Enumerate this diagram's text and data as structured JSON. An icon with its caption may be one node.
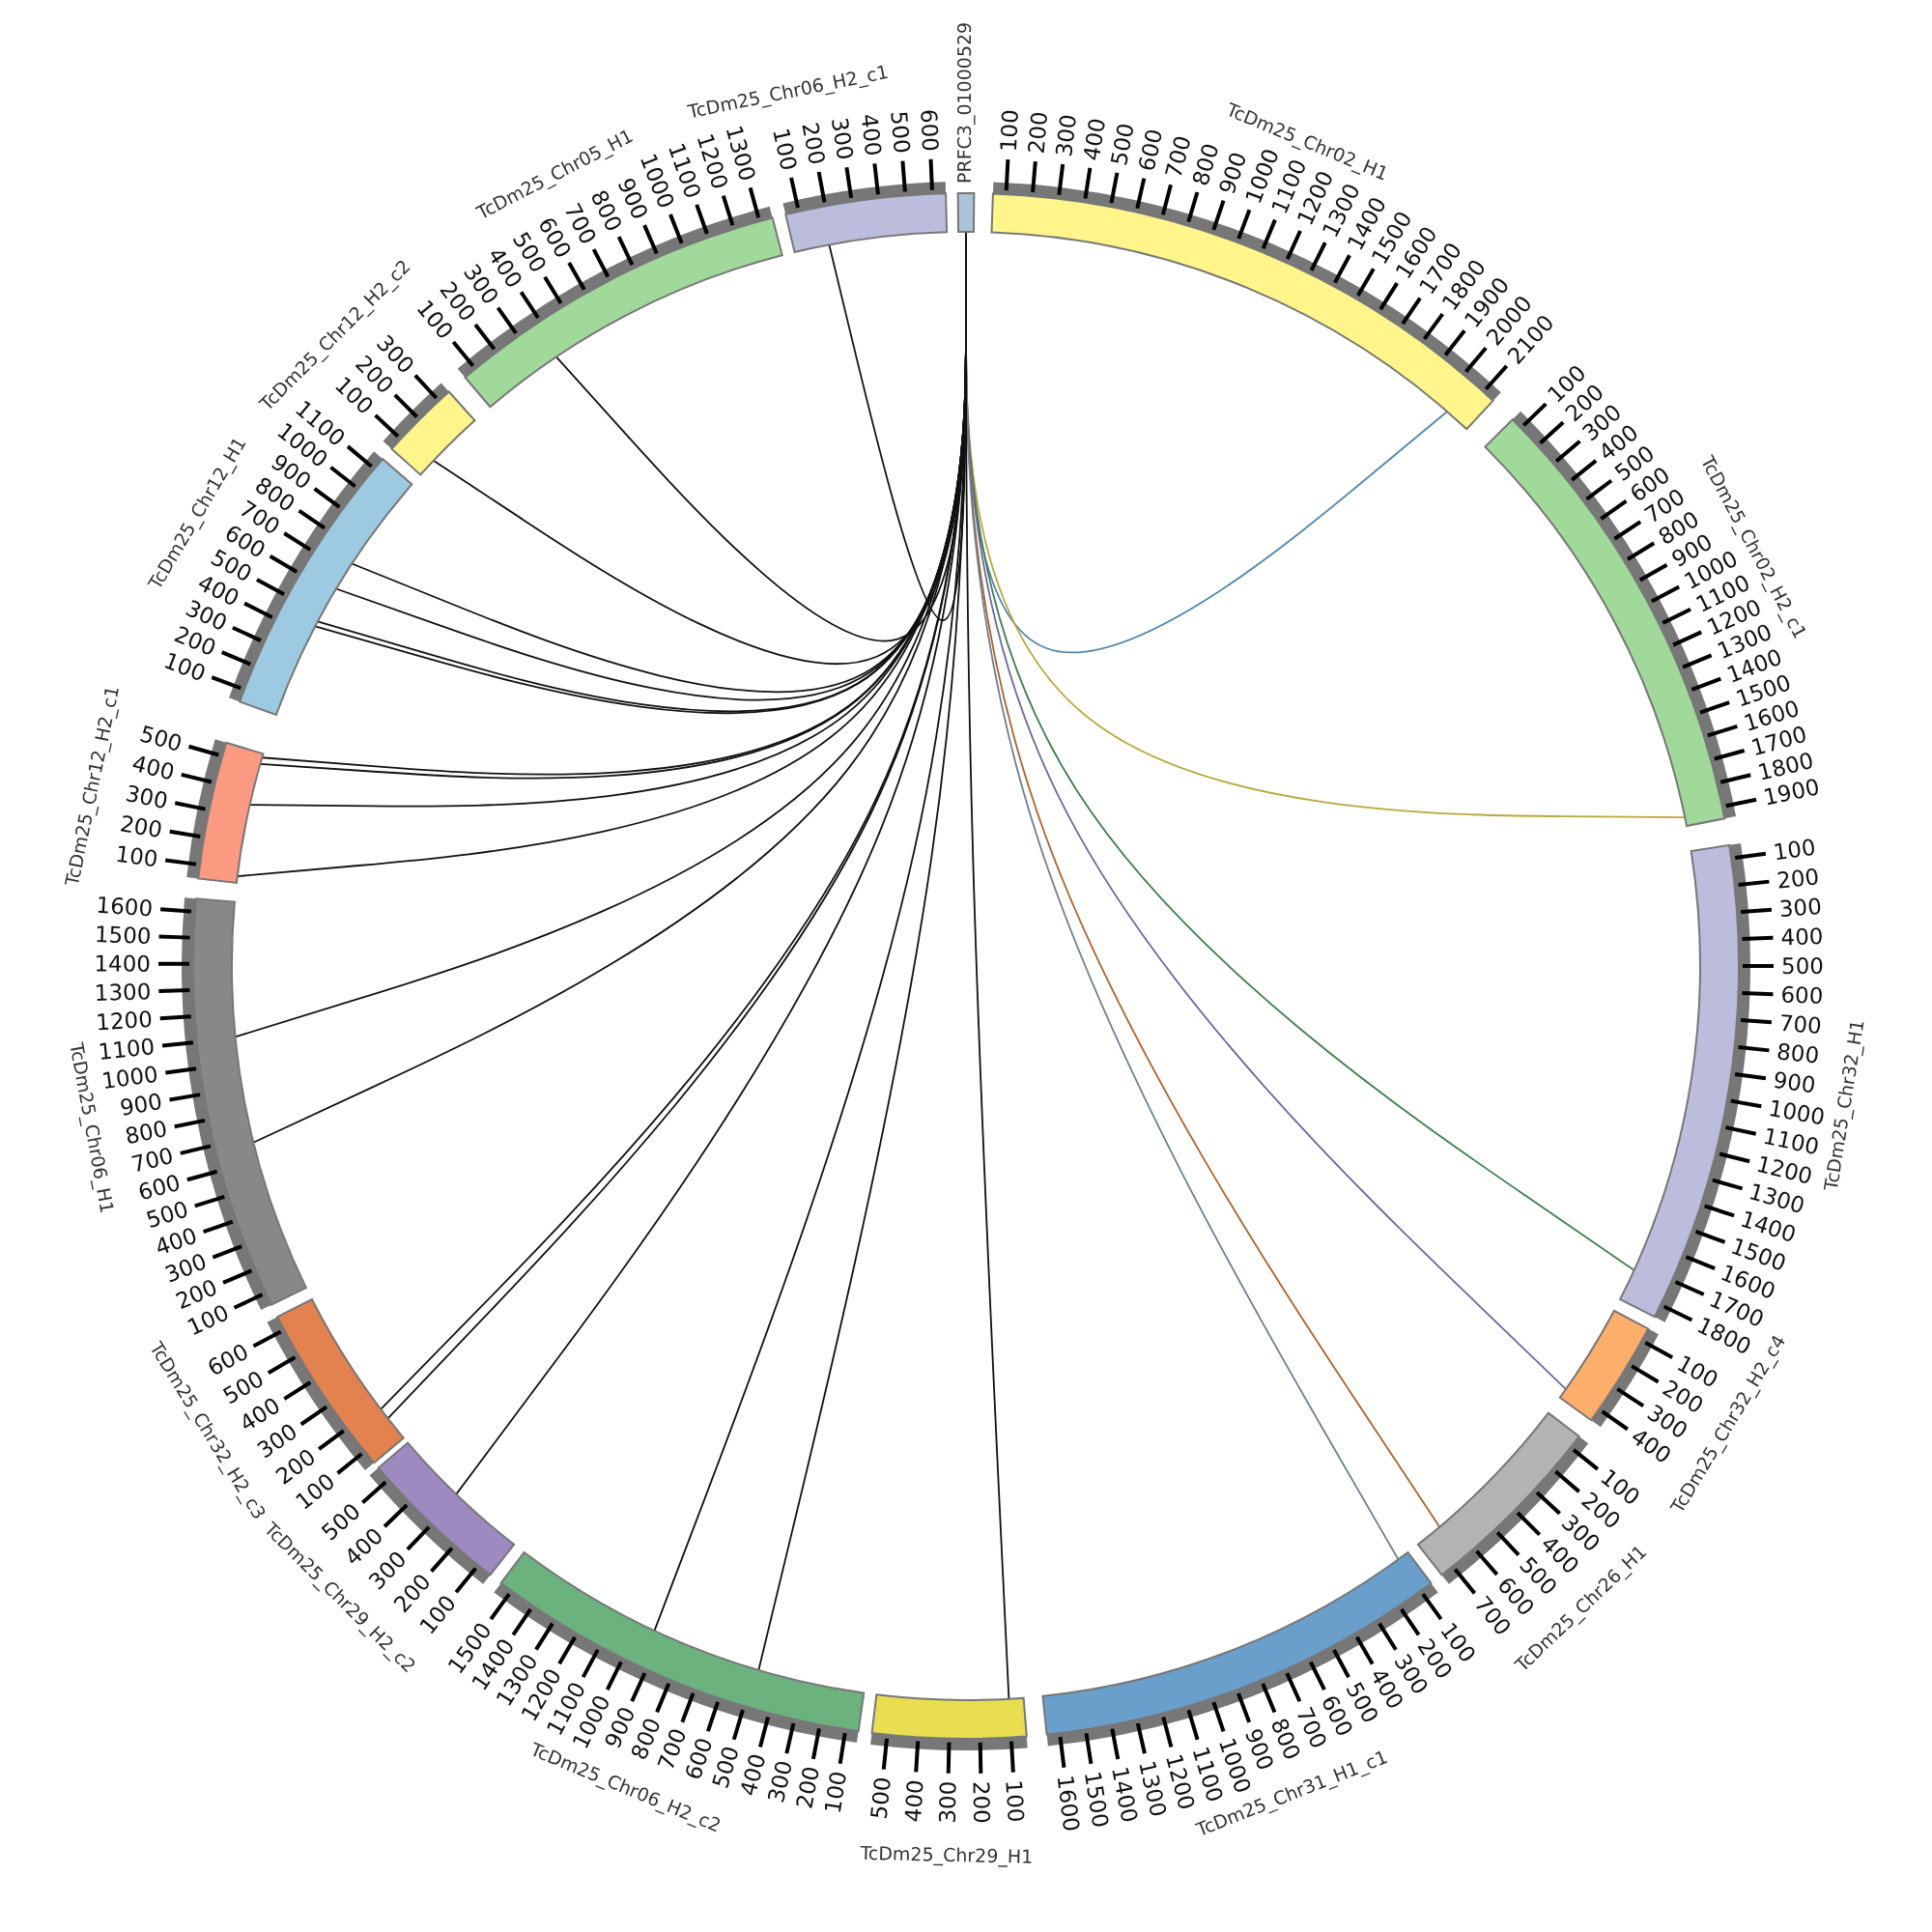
{
  "diagram": {
    "nodes": [
      {
        "text": [
          "PRFC3_01000529"
        ]
      },
      {
        "text": [
          "TcDm25_Chr02_H1"
        ],
        "beside": [
          "100",
          "200",
          "300",
          "400",
          "500",
          "600",
          "700",
          "800",
          "900",
          "1000",
          "1100",
          "1200",
          "1300",
          "1400",
          "1500",
          "1600",
          "1700",
          "1800",
          "1900",
          "2000",
          "2100"
        ]
      },
      {
        "text": [
          "TcDm25_Chr02_H2_c1"
        ],
        "beside": [
          "100",
          "200",
          "300",
          "400",
          "500",
          "600",
          "700",
          "800",
          "900",
          "1000",
          "1100",
          "1200",
          "1300",
          "1400",
          "1500",
          "1600",
          "1700",
          "1800",
          "1900"
        ]
      },
      {
        "text": [
          "TcDm25_Chr32_H1"
        ],
        "beside": [
          "100",
          "200",
          "300",
          "400",
          "500",
          "600",
          "700",
          "800",
          "900",
          "1000",
          "1100",
          "1200",
          "1300",
          "1400",
          "1500",
          "1600",
          "1700",
          "1800"
        ]
      },
      {
        "text": [
          "TcDm25_Chr32_H2_c4"
        ],
        "beside": [
          "100",
          "200",
          "300",
          "400"
        ]
      },
      {
        "text": [
          "TcDm25_Chr26_H1"
        ],
        "beside": [
          "100",
          "200",
          "300",
          "400",
          "500",
          "600",
          "700"
        ]
      },
      {
        "text": [
          "TcDm25_Chr31_H1_c1"
        ],
        "beside": [
          "100",
          "200",
          "300",
          "400",
          "500",
          "600",
          "700",
          "800",
          "900",
          "1000",
          "1100",
          "1200",
          "1300",
          "1400",
          "1500",
          "1600"
        ]
      },
      {
        "text": [
          "TcDm25_Chr29_H1"
        ],
        "beside": [
          "100",
          "200",
          "300",
          "400",
          "500"
        ]
      },
      {
        "text": [
          "TcDm25_Chr06_H2_c2"
        ],
        "beside": [
          "100",
          "200",
          "300",
          "400",
          "500",
          "600",
          "700",
          "800",
          "900",
          "1000",
          "1100",
          "1200",
          "1300",
          "1400",
          "1500"
        ]
      },
      {
        "text": [
          "TcDm25_Chr29_H2_c2"
        ],
        "beside": [
          "100",
          "200",
          "300",
          "400",
          "500"
        ]
      },
      {
        "text": [
          "TcDm25_Chr32_H2_c3"
        ],
        "beside": [
          "100",
          "200",
          "300",
          "400",
          "500",
          "600"
        ]
      },
      {
        "text": [
          "TcDm25_Chr06_H1"
        ],
        "beside": [
          "100",
          "200",
          "300",
          "400",
          "500",
          "600",
          "700",
          "800",
          "900",
          "1000",
          "1100",
          "1200",
          "1300",
          "1400",
          "1500",
          "1600"
        ]
      },
      {
        "text": [
          "TcDm25_Chr12_H2_c1"
        ],
        "beside": [
          "100",
          "200",
          "300",
          "400",
          "500"
        ]
      },
      {
        "text": [
          "TcDm25_Chr12_H1"
        ],
        "beside": [
          "100",
          "200",
          "300",
          "400",
          "500",
          "600",
          "700",
          "800",
          "900",
          "1000",
          "1100"
        ]
      },
      {
        "text": [
          "TcDm25_Chr12_H2_c2"
        ],
        "beside": [
          "100",
          "200",
          "300"
        ]
      },
      {
        "text": [
          "TcDm25_Chr05_H1"
        ],
        "beside": [
          "100",
          "200",
          "300",
          "400",
          "500",
          "600",
          "700",
          "800",
          "900",
          "1000",
          "1100",
          "1200",
          "1300"
        ]
      },
      {
        "text": [
          "TcDm25_Chr06_H2_c1"
        ],
        "beside": [
          "100",
          "200",
          "300",
          "400",
          "500",
          "600"
        ]
      }
    ],
    "edges": [
      {
        "from": 0,
        "to": 1,
        "arrow": "none",
        "color": "#4f86b0"
      },
      {
        "from": 0,
        "to": 2,
        "arrow": "none",
        "color": "#b8a83a"
      },
      {
        "from": 0,
        "to": 3,
        "arrow": "none",
        "color": "#3f7f4f"
      },
      {
        "from": 0,
        "to": 4,
        "arrow": "none",
        "color": "#6a6aa0"
      },
      {
        "from": 0,
        "to": 5,
        "arrow": "none",
        "color": "#b0602a"
      },
      {
        "from": 0,
        "to": 6,
        "arrow": "none",
        "color": "#6f7f8f"
      },
      {
        "from": 0,
        "to": 7,
        "arrow": "none"
      },
      {
        "from": 0,
        "to": 8,
        "arrow": "none"
      },
      {
        "from": 0,
        "to": 8,
        "arrow": "none"
      },
      {
        "from": 0,
        "to": 9,
        "arrow": "none"
      },
      {
        "from": 0,
        "to": 10,
        "arrow": "none"
      },
      {
        "from": 0,
        "to": 10,
        "arrow": "none"
      },
      {
        "from": 0,
        "to": 11,
        "arrow": "none"
      },
      {
        "from": 0,
        "to": 11,
        "arrow": "none"
      },
      {
        "from": 0,
        "to": 12,
        "arrow": "none"
      },
      {
        "from": 0,
        "to": 12,
        "arrow": "none"
      },
      {
        "from": 0,
        "to": 12,
        "arrow": "none"
      },
      {
        "from": 0,
        "to": 12,
        "arrow": "none"
      },
      {
        "from": 0,
        "to": 13,
        "arrow": "none"
      },
      {
        "from": 0,
        "to": 13,
        "arrow": "none"
      },
      {
        "from": 0,
        "to": 13,
        "arrow": "none"
      },
      {
        "from": 0,
        "to": 13,
        "arrow": "none"
      },
      {
        "from": 0,
        "to": 14,
        "arrow": "none"
      },
      {
        "from": 0,
        "to": 15,
        "arrow": "none"
      },
      {
        "from": 0,
        "to": 16,
        "arrow": "none"
      }
    ]
  }
}
